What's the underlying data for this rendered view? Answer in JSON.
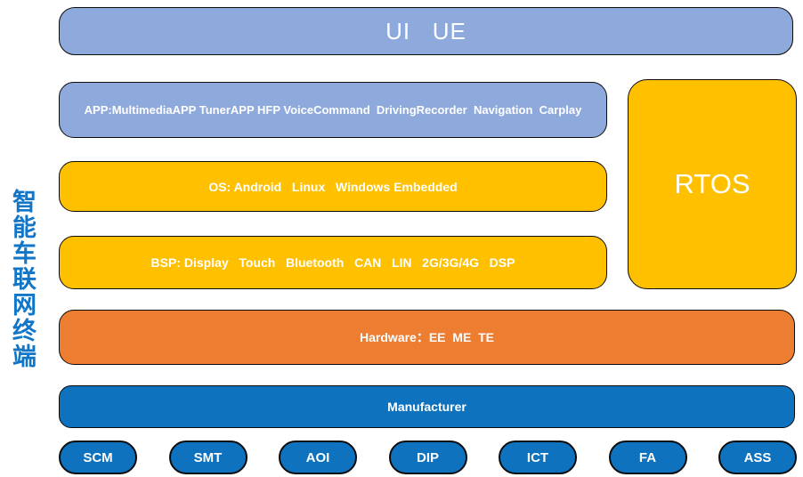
{
  "side_label": "智能车联网终端",
  "layers": {
    "ui": {
      "label": "UI   UE"
    },
    "app": {
      "label": "APP:MultimediaAPP TunerAPP HFP VoiceCommand  DrivingRecorder  Navigation  Carplay"
    },
    "os": {
      "label": "OS: Android   Linux   Windows Embedded"
    },
    "bsp": {
      "label": "BSP: Display   Touch   Bluetooth   CAN   LIN   2G/3G/4G   DSP"
    },
    "rtos": {
      "label": "RTOS"
    },
    "hardware": {
      "label": "Hardware：EE  ME  TE"
    },
    "manufacturer": {
      "label": "Manufacturer"
    }
  },
  "process_steps": [
    "SCM",
    "SMT",
    "AOI",
    "DIP",
    "ICT",
    "FA",
    "ASS"
  ],
  "colors": {
    "layer_periwinkle": "#8EA9DB",
    "layer_gold": "#FFC000",
    "layer_orange": "#ED7D31",
    "layer_blue": "#0F72BE",
    "side_label_blue": "#1176C8",
    "outline": "#0B0B0B",
    "text": "#FFFFFF"
  }
}
